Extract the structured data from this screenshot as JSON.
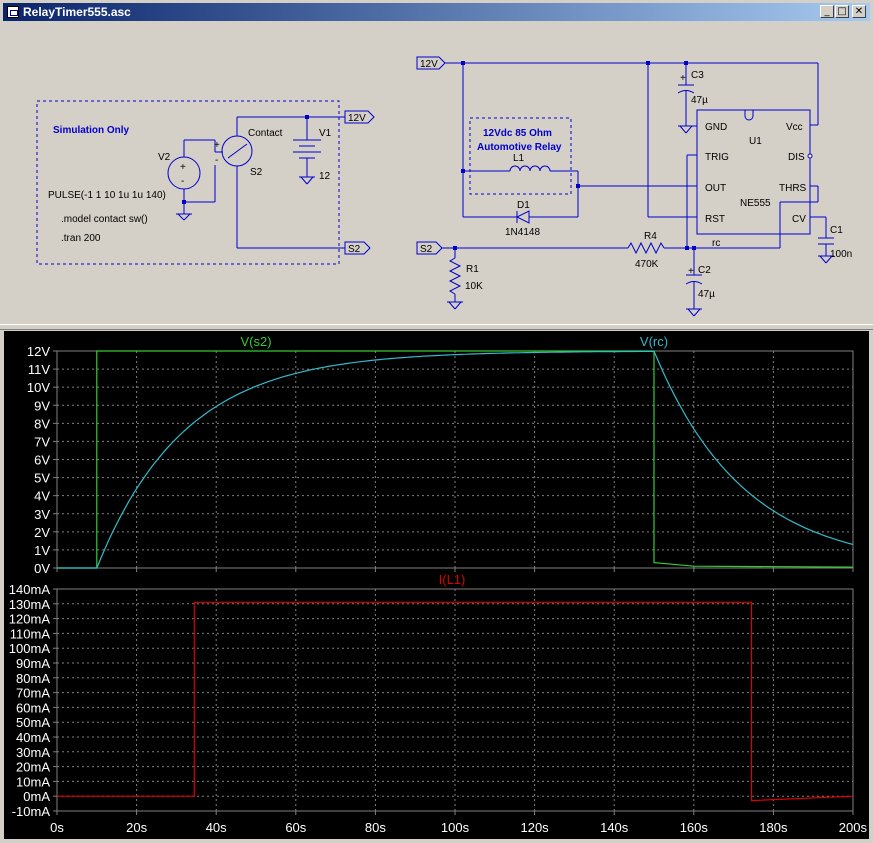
{
  "window": {
    "title": "RelayTimer555.asc",
    "minimize": "_",
    "maximize": "□",
    "close": "✕"
  },
  "schematic": {
    "sim_only": "Simulation Only",
    "v2": "V2",
    "pulse": "PULSE(-1 1 10 1u 1u 140)",
    "model": ".model contact sw()",
    "tran": ".tran 200",
    "contact": "Contact",
    "s2_label": "S2",
    "v1": "V1",
    "v1_val": "12",
    "net_12v": "12V",
    "net_s2": "S2",
    "relay_desc1": "12Vdc 85 Ohm",
    "relay_desc2": "Automotive Relay",
    "l1": "L1",
    "d1": "D1",
    "d1_val": "1N4148",
    "c3": "C3",
    "c3_val": "47µ",
    "u1": "U1",
    "u1_val": "NE555",
    "pin_gnd": "GND",
    "pin_vcc": "Vcc",
    "pin_trig": "TRIG",
    "pin_dis": "DIS",
    "pin_out": "OUT",
    "pin_thrs": "THRS",
    "pin_rst": "RST",
    "pin_cv": "CV",
    "r4": "R4",
    "r4_val": "470K",
    "rc": "rc",
    "c1": "C1",
    "c1_val": "100n",
    "c2": "C2",
    "c2_val": "47µ",
    "r1": "R1",
    "r1_val": "10K",
    "plus": "+",
    "minus": "-"
  },
  "colors": {
    "wire": "#0000cc",
    "plot_bg": "#000000",
    "grid": "#808080",
    "vs2": "#33cc33",
    "vrc": "#33bbcc",
    "il1": "#dd0000"
  },
  "chart_data": [
    {
      "type": "line",
      "xlabel": "",
      "ylabel": "",
      "xlim": [
        0,
        200
      ],
      "ylim": [
        0,
        12
      ],
      "x_ticks": [
        "0s",
        "20s",
        "40s",
        "60s",
        "80s",
        "100s",
        "120s",
        "140s",
        "160s",
        "180s",
        "200s"
      ],
      "y_ticks": [
        "0V",
        "1V",
        "2V",
        "3V",
        "4V",
        "5V",
        "6V",
        "7V",
        "8V",
        "9V",
        "10V",
        "11V",
        "12V"
      ],
      "series": [
        {
          "name": "V(s2)",
          "x": [
            0,
            10,
            10,
            150,
            150,
            160,
            200
          ],
          "values": [
            0,
            0,
            12,
            12,
            0.3,
            0.1,
            0.05
          ]
        },
        {
          "name": "V(rc)",
          "x": [
            0,
            10,
            20,
            30,
            40,
            50,
            60,
            80,
            100,
            120,
            150,
            160,
            170,
            180,
            190,
            200
          ],
          "values": [
            0,
            0,
            5.0,
            7.5,
            9.2,
            10.2,
            10.9,
            11.6,
            11.8,
            11.9,
            12,
            8.3,
            5.6,
            3.8,
            2.4,
            1.3
          ]
        }
      ]
    },
    {
      "type": "line",
      "xlabel": "",
      "ylabel": "",
      "xlim": [
        0,
        200
      ],
      "ylim": [
        -10,
        140
      ],
      "x_ticks": [
        "0s",
        "20s",
        "40s",
        "60s",
        "80s",
        "100s",
        "120s",
        "140s",
        "160s",
        "180s",
        "200s"
      ],
      "y_ticks": [
        "-10mA",
        "0mA",
        "10mA",
        "20mA",
        "30mA",
        "40mA",
        "50mA",
        "60mA",
        "70mA",
        "80mA",
        "90mA",
        "100mA",
        "110mA",
        "120mA",
        "130mA",
        "140mA"
      ],
      "series": [
        {
          "name": "I(L1)",
          "x": [
            0,
            34.5,
            34.5,
            174.5,
            174.5,
            200
          ],
          "values": [
            0,
            0,
            131,
            131,
            -3,
            0
          ]
        }
      ]
    }
  ]
}
